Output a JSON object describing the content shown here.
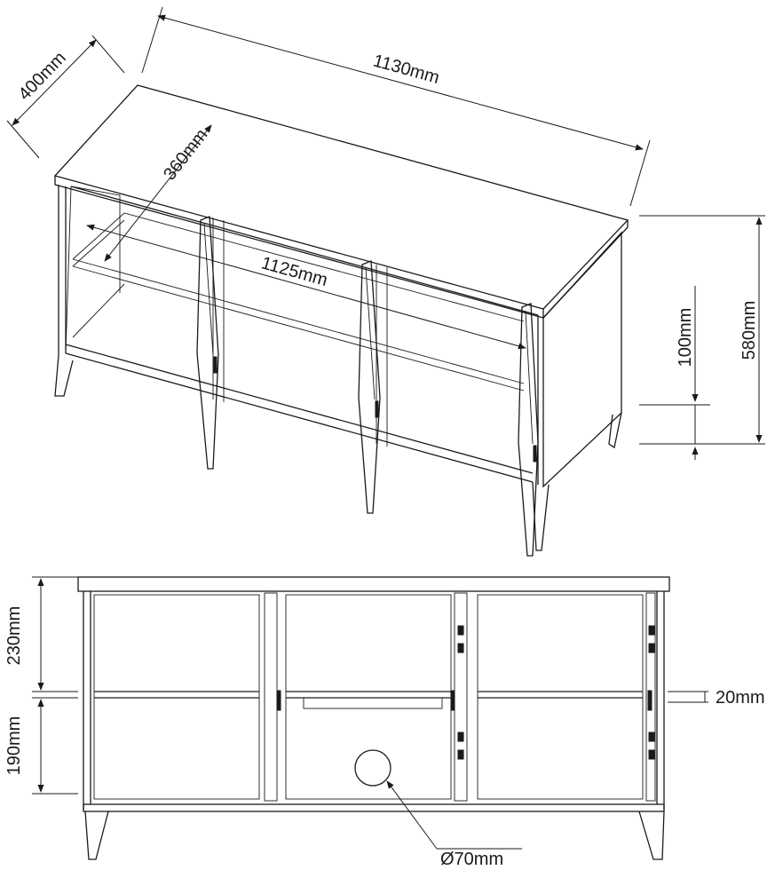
{
  "colors": {
    "line": "#1a1a1a",
    "background": "#ffffff"
  },
  "dimensions": {
    "length": "1130mm",
    "depth": "400mm",
    "inner_depth": "360mm",
    "inner_length": "1125mm",
    "height": "580mm",
    "leg_height": "100mm",
    "upper_compartment": "230mm",
    "lower_compartment": "190mm",
    "shelf_thickness": "20mm",
    "cable_hole": "Ø70mm"
  }
}
